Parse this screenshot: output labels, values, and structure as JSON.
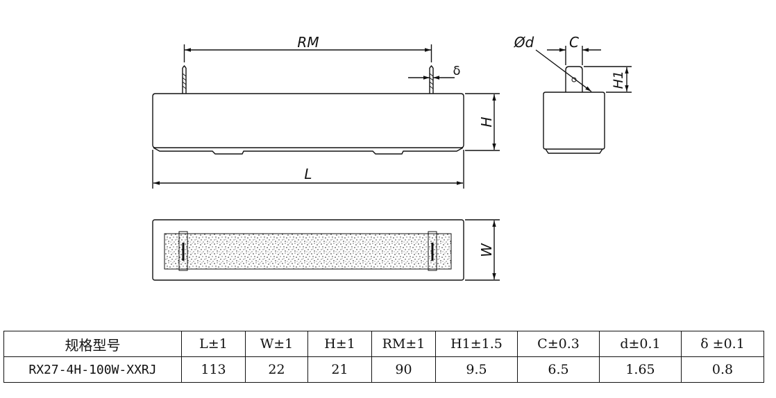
{
  "drawing": {
    "labels": {
      "rm": "RM",
      "delta": "δ",
      "h": "H",
      "l": "L",
      "w": "W",
      "phi_d": "Ød",
      "c": "C",
      "h1": "H1"
    }
  },
  "spec_table": {
    "headers": [
      "规格型号",
      "L±1",
      "W±1",
      "H±1",
      "RM±1",
      "H1±1.5",
      "C±0.3",
      "d±0.1",
      "δ ±0.1"
    ],
    "rows": [
      [
        "RX27-4H-100W-XXRJ",
        "113",
        "22",
        "21",
        "90",
        "9.5",
        "6.5",
        "1.65",
        "0.8"
      ]
    ]
  }
}
